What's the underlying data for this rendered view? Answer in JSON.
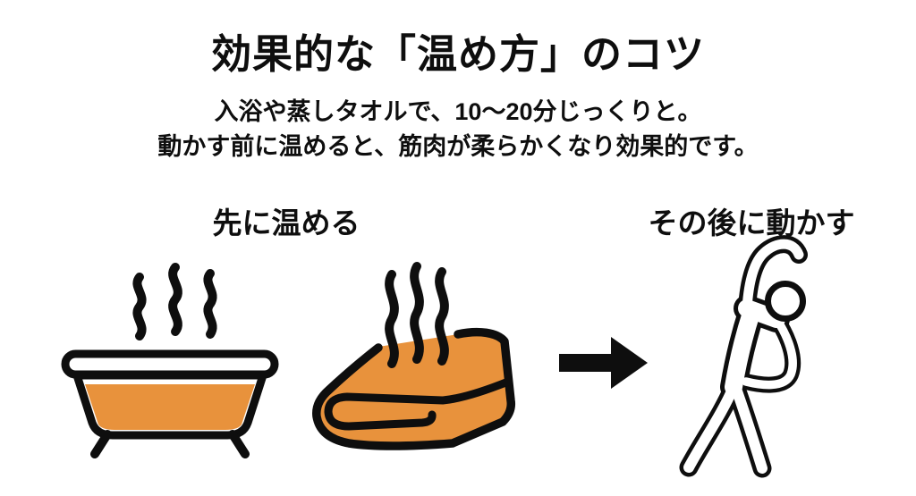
{
  "header": {
    "title": "効果的な「温め方」のコツ",
    "subtitle_line1": "入浴や蒸しタオルで、10〜20分じっくりと。",
    "subtitle_line2": "動かす前に温めると、筋肉が柔らかくなり効果的です。"
  },
  "diagram": {
    "before_label": "先に温める",
    "after_label": "その後に動かす",
    "icons": {
      "bathtub": "steaming-bathtub-icon",
      "towel": "steaming-towel-icon",
      "arrow": "right-arrow-icon",
      "person": "stretching-person-icon",
      "steam": "steam-icon"
    }
  },
  "colors": {
    "accent_orange": "#E8923C",
    "ink": "#0E0E0E",
    "background": "#FFFFFF"
  }
}
